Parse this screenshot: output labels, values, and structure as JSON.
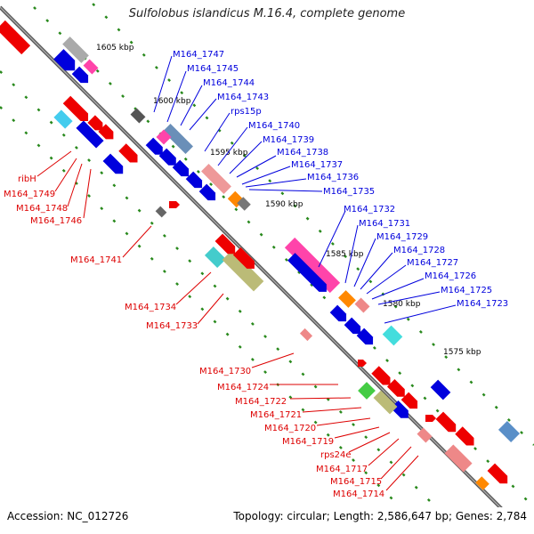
{
  "title": "Sulfolobus islandicus M.16.4, complete genome",
  "footer": {
    "accession": "Accession: NC_012726",
    "summary": "Topology: circular; Length: 2,586,647 bp; Genes: 2,784"
  },
  "colors": {
    "backbone": "#777777",
    "tick": "#2a8a1e",
    "blue_label": "#0000dd",
    "red_label": "#dd0000",
    "red_gene": "#ee0000",
    "blue_gene": "#0000dd",
    "pink_gene": "#ff44aa",
    "gray_gene": "#aaaaaa",
    "cyan_gene": "#44dddd",
    "orange_gene": "#ff8800",
    "olive_gene": "#bbbb77",
    "salmon_gene": "#ee8888"
  },
  "scale_labels": [
    "1605 kbp",
    "1600 kbp",
    "1595 kbp",
    "1590 kbp",
    "1585 kbp",
    "1580 kbp",
    "1575 kbp"
  ],
  "blue_labels": [
    "M164_1747",
    "M164_1745",
    "M164_1744",
    "M164_1743",
    "rps15p",
    "M164_1740",
    "M164_1739",
    "M164_1738",
    "M164_1737",
    "M164_1736",
    "M164_1735",
    "M164_1732",
    "M164_1731",
    "M164_1729",
    "M164_1728",
    "M164_1727",
    "M164_1726",
    "M164_1725",
    "M164_1723"
  ],
  "red_labels": [
    "ribH",
    "M164_1749",
    "M164_1748",
    "M164_1746",
    "M164_1741",
    "M164_1734",
    "M164_1733",
    "M164_1730",
    "M164_1724",
    "M164_1722",
    "M164_1721",
    "M164_1720",
    "M164_1719",
    "rps24e",
    "M164_1717",
    "M164_1715",
    "M164_1714"
  ]
}
